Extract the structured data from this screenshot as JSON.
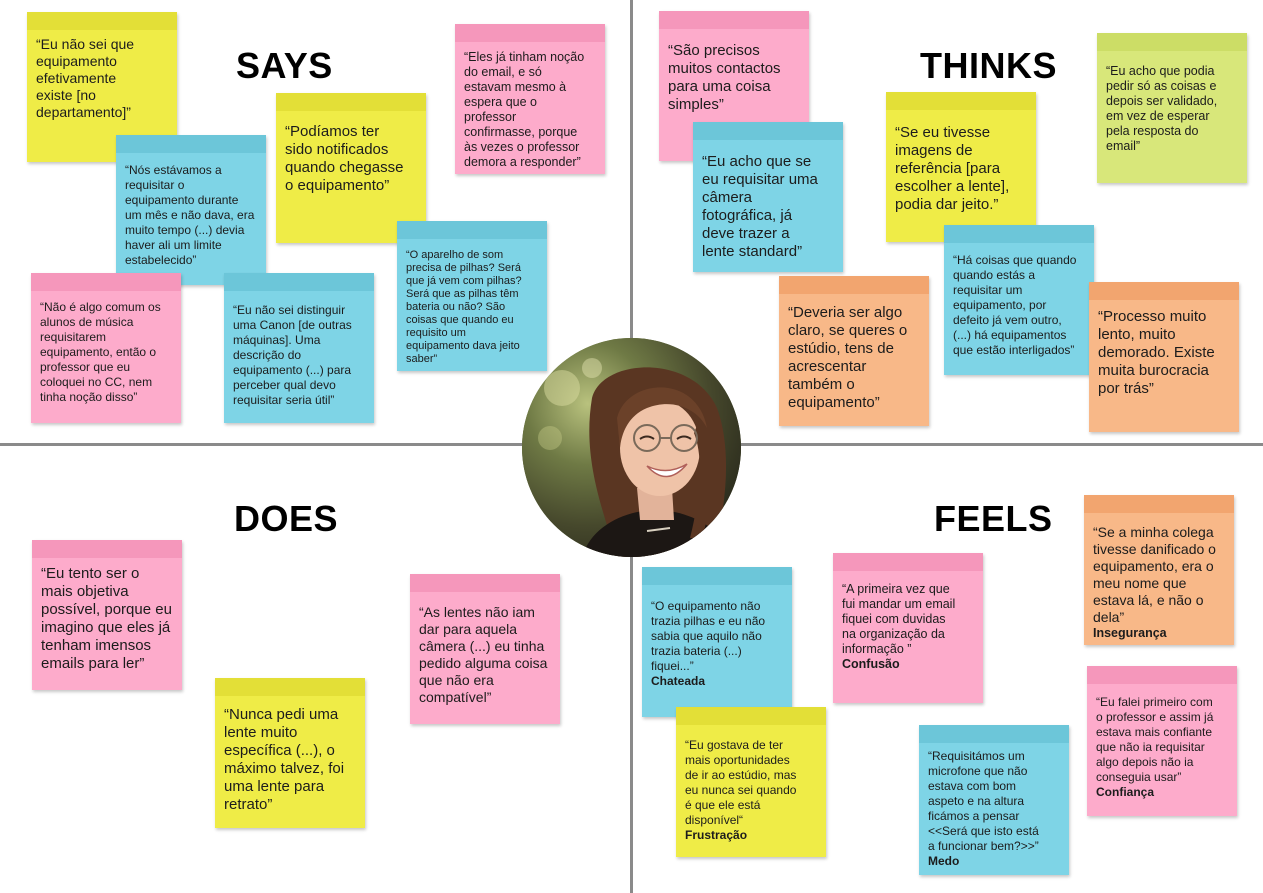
{
  "quadrants": {
    "says": "SAYS",
    "thinks": "THINKS",
    "does": "DOES",
    "feels": "FEELS"
  },
  "colors": {
    "yellow": "#efec47",
    "pink": "#fdabcb",
    "blue": "#7ed4e6",
    "orange": "#f8b888",
    "lime": "#d8e77a",
    "divider": "#8a8a8a"
  },
  "persona_photo": "smiling-woman-portrait",
  "notes": {
    "says": [
      {
        "color": "yellow",
        "text": "“Eu não sei que\nequipamento\nefetivamente\nexiste [no\ndepartamento]”"
      },
      {
        "color": "pink",
        "text": "“Eles já tinham noção\ndo email, e só\nestavam mesmo à\nespera que o\nprofessor\nconfirmasse, porque\nàs vezes o professor\ndemora a responder”"
      },
      {
        "color": "yellow",
        "text": "“Podíamos ter\nsido notificados\nquando chegasse\no equipamento”"
      },
      {
        "color": "blue",
        "text": "“Nós estávamos a\nrequisitar o\nequipamento durante\num mês e não dava, era\nmuito tempo (...) devia\nhaver ali um limite\nestabelecido”"
      },
      {
        "color": "pink",
        "text": "“Não é algo comum os\nalunos de música\nrequisitarem\nequipamento, então o\nprofessor que eu\ncoloquei no CC, nem\ntinha noção disso”"
      },
      {
        "color": "blue",
        "text": "“Eu não sei distinguir\numa Canon [de outras\nmáquinas]. Uma\ndescrição do\nequipamento (...) para\nperceber qual devo\nrequisitar seria útil”"
      },
      {
        "color": "blue",
        "text": "“O aparelho de som\nprecisa de pilhas? Será\nque já vem com pilhas?\nSerá que as pilhas têm\nbateria ou não? São\ncoisas que quando eu\nrequisito um\nequipamento dava jeito\nsaber”"
      }
    ],
    "thinks": [
      {
        "color": "pink",
        "text": "“São precisos\nmuitos contactos\npara uma coisa\nsimples”"
      },
      {
        "color": "lime",
        "text": "“Eu acho que podia\npedir só as coisas e\ndepois ser validado,\nem vez de esperar\npela resposta do\nemail”"
      },
      {
        "color": "blue",
        "text": "“Eu acho que se\neu requisitar uma\ncâmera\nfotográfica, já\ndeve trazer a\nlente standard”"
      },
      {
        "color": "yellow",
        "text": "“Se eu tivesse\nimagens de\nreferência [para\nescolher a lente],\npodia dar jeito.”"
      },
      {
        "color": "blue",
        "text": "“Há coisas que quando\nquando estás a\nrequisitar um\nequipamento, por\ndefeito já vem outro,\n(...) há equipamentos\nque estão interligados”"
      },
      {
        "color": "orange",
        "text": "“Deveria ser algo\nclaro, se queres o\nestúdio, tens de\nacrescentar\ntambém o\nequipamento”"
      },
      {
        "color": "orange",
        "text": "“Processo muito\nlento, muito\ndemorado. Existe\nmuita burocracia\npor trás”"
      }
    ],
    "does": [
      {
        "color": "pink",
        "text": "“Eu tento ser o\nmais objetiva\npossível, porque eu\nimagino que eles já\ntenham imensos\nemails para ler”"
      },
      {
        "color": "pink",
        "text": "“As lentes não iam\ndar para aquela\ncâmera (...) eu tinha\npedido alguma coisa\nque não era\ncompatível”"
      },
      {
        "color": "yellow",
        "text": "“Nunca pedi uma\nlente muito\nespecífica (...), o\nmáximo talvez, foi\numa lente para\nretrato”"
      }
    ],
    "feels": [
      {
        "color": "orange",
        "text": "“Se a minha colega\ntivesse danificado o\nequipamento, era o\nmeu nome que\nestava lá, e não o\ndela”",
        "label": "Insegurança"
      },
      {
        "color": "blue",
        "text": "“O equipamento não\ntrazia pilhas e eu não\nsabia que aquilo não\ntrazia bateria (...)\nfiquei...”",
        "label": "Chateada"
      },
      {
        "color": "pink",
        "text": "“A primeira vez que\nfui mandar um email\nfiquei com duvidas\nna organização da\ninformação ”",
        "label": "Confusão"
      },
      {
        "color": "yellow",
        "text": "“Eu gostava de ter\nmais oportunidades\nde ir ao estúdio, mas\neu nunca sei quando\né que ele está\ndisponível“",
        "label": "Frustração"
      },
      {
        "color": "blue",
        "text": "“Requisitámos um\nmicrofone que não\nestava com bom\naspeto e na altura\nficámos a pensar\n<<Será que isto está\na funcionar bem?>>”",
        "label": "Medo"
      },
      {
        "color": "pink",
        "text": "“Eu falei primeiro com\no professor e assim já\nestava mais confiante\nque não ia requisitar\nalgo depois não ia\nconseguia usar”",
        "label": "Confiança"
      }
    ]
  }
}
